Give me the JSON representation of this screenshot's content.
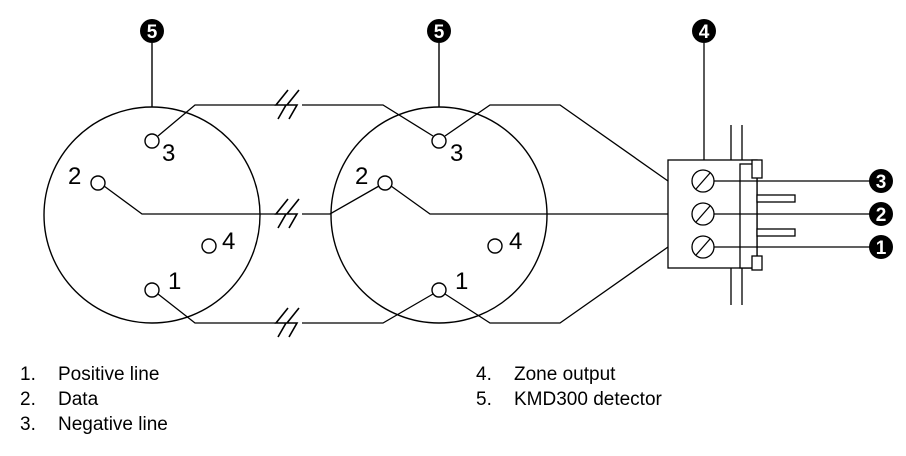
{
  "diagram": {
    "detector_terminals": {
      "t1": "1",
      "t2": "2",
      "t3": "3",
      "t4": "4"
    },
    "callouts": {
      "detector_a": "5",
      "detector_b": "5",
      "connector": "4",
      "wire_top": "3",
      "wire_middle": "2",
      "wire_bottom": "1"
    }
  },
  "legend": [
    {
      "num": "1.",
      "text": "Positive line"
    },
    {
      "num": "2.",
      "text": "Data"
    },
    {
      "num": "3.",
      "text": "Negative line"
    },
    {
      "num": "4.",
      "text": "Zone output"
    },
    {
      "num": "5.",
      "text": "KMD300 detector"
    }
  ]
}
